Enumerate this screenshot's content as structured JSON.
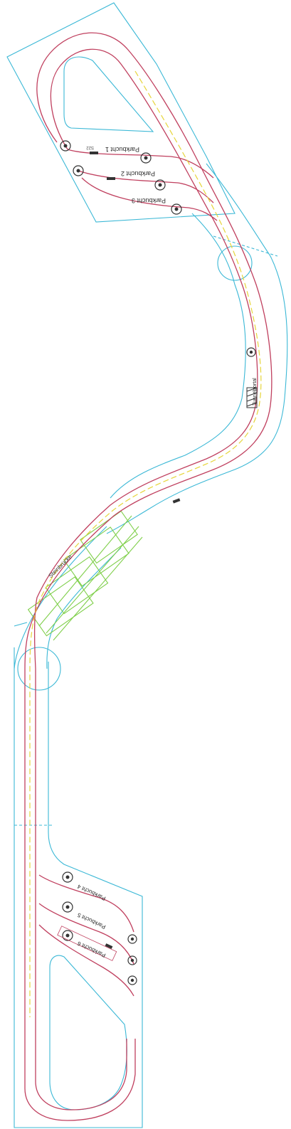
{
  "diagram": {
    "colors": {
      "outline": "#3bb8d6",
      "track": "#c0405f",
      "centerline": "#e6d53a",
      "bridge": "#7fcf4a",
      "signal": "#333333",
      "background": "#ffffff"
    },
    "top_station": {
      "tracks": [
        {
          "label": "Parkbucht 1",
          "marker": "S22"
        },
        {
          "label": "Parkbucht 2",
          "marker": ""
        },
        {
          "label": "Parkbucht 3",
          "marker": ""
        }
      ]
    },
    "bridge_label": "Steinbrücke",
    "tunnel_label": "Tunnelportal",
    "bottom_station": {
      "tracks": [
        {
          "label": "Parkbucht 4"
        },
        {
          "label": "Parkbucht 5"
        },
        {
          "label": "Parkbucht 6"
        }
      ]
    },
    "icons": {
      "signal": "signal-light-icon",
      "turnout": "turnout-icon",
      "tunnel": "tunnel-portal-icon"
    }
  }
}
